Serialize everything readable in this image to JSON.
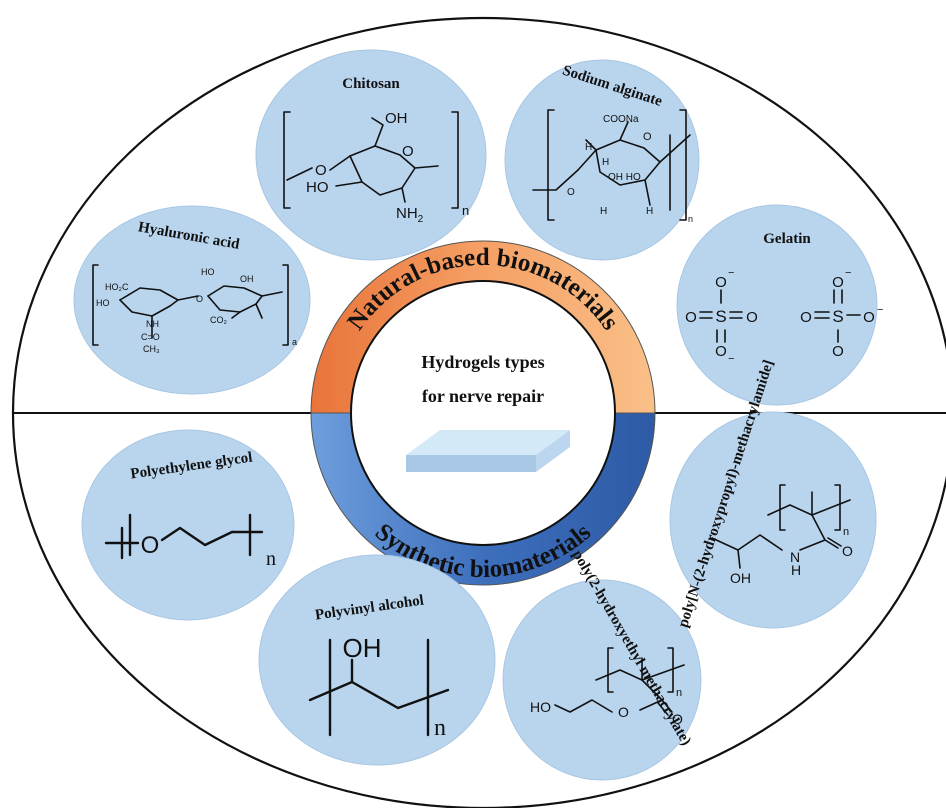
{
  "center": {
    "line1": "Hydrogels types",
    "line2": "for nerve repair"
  },
  "ring": {
    "top_label": "Natural-based biomaterials",
    "bottom_label": "Synthetic biomaterials",
    "top_color": "#f08a4e",
    "bottom_color": "#4f83c8"
  },
  "natural": {
    "chitosan": {
      "title": "Chitosan",
      "oh": "OH",
      "ho": "HO",
      "nh2": "NH",
      "nh2_sub": "2",
      "o": "O",
      "n": "n"
    },
    "alginate": {
      "title": "Sodium alginate",
      "coona": "COONa",
      "oh_oh": "OH HO",
      "h": "H",
      "o": "O",
      "n": "n"
    },
    "hyaluronic": {
      "title": "Hyaluronic acid",
      "ho2c": "HO₂C",
      "ho": "HO",
      "oh": "OH",
      "nh": "NH",
      "co": "C=O",
      "ch3": "CH₃",
      "co2": "CO₂",
      "o": "O",
      "a": "a"
    },
    "gelatin": {
      "title": "Gelatin",
      "o": "O",
      "s": "S",
      "minus": "−"
    }
  },
  "synthetic": {
    "peg": {
      "title": "Polyethylene glycol",
      "o": "O",
      "n": "n"
    },
    "pva": {
      "title": "Polyvinyl alcohol",
      "oh": "OH",
      "n": "n"
    },
    "phema": {
      "title": "poly(2-hydroxyethyl methacrylate)",
      "ho": "HO",
      "o": "O",
      "n": "n"
    },
    "phpma": {
      "title": "poly[N-(2-hydroxypropyl)-methacrylamide]",
      "oh": "OH",
      "nh": "H",
      "n_atom": "N",
      "o": "O",
      "n": "n"
    }
  }
}
